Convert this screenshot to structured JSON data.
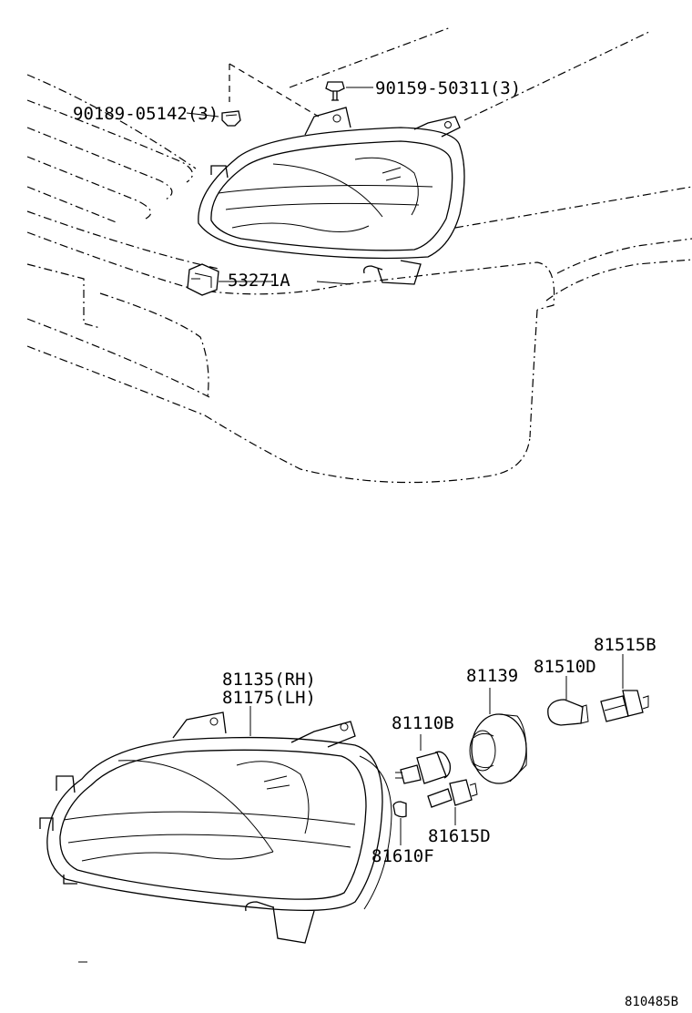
{
  "labels": {
    "nut_clip": "90189-05142(3)",
    "bolt": "90159-50311(3)",
    "bracket": "53271A",
    "headlamp_rh": "81135(RH)",
    "headlamp_lh": "81175(LH)",
    "bulb_main": "81110B",
    "socket_cover": "81139",
    "bulb_small": "81510D",
    "socket_small": "81515B",
    "socket_side": "81615D",
    "bulb_side": "81610F",
    "drawing_number": "810485B"
  }
}
